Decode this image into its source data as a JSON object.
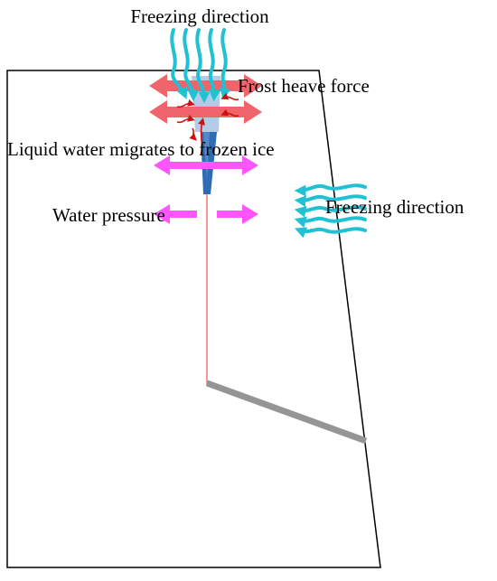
{
  "labels": {
    "freezing_direction_top": "Freezing direction",
    "frost_heave_force": "Frost heave force",
    "liquid_water_migrates": "Liquid water migrates to frozen ice",
    "water_pressure": "Water pressure",
    "freezing_direction_side": "Freezing direction"
  },
  "colors": {
    "outline": "#000000",
    "freezing_arrows": "#1fc1d3",
    "frost_heave_arrows": "#f0646b",
    "water_pressure_arrows": "#ff55ff",
    "ice_wedge_light": "#b3cbe6",
    "ice_wedge_dark": "#2e6db4",
    "water_migration_arrows": "#d01010",
    "crack": "#f08080",
    "bottom_bar": "#959595"
  }
}
